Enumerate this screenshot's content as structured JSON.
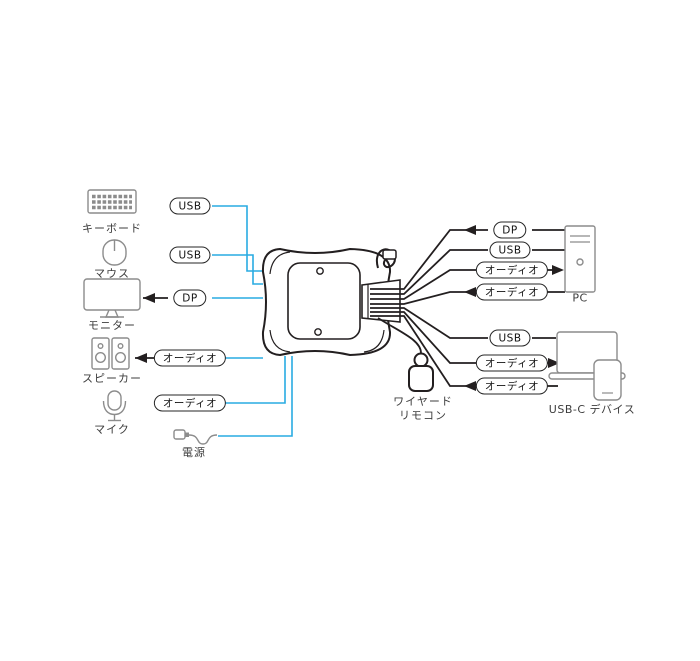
{
  "diagram": {
    "colors": {
      "cable_blue": "#29abe2",
      "line_black": "#231f20",
      "icon_gray": "#8c8c8c"
    },
    "left": {
      "keyboard": {
        "label": "キーボード",
        "port": "USB"
      },
      "mouse": {
        "label": "マウス",
        "port": "USB"
      },
      "monitor": {
        "label": "モニター",
        "port": "DP"
      },
      "speaker": {
        "label": "スピーカー",
        "port": "オーディオ"
      },
      "mic": {
        "label": "マイク",
        "port": "オーディオ"
      },
      "power": {
        "label": "電源"
      }
    },
    "pc": {
      "label": "PC",
      "port_dp": "DP",
      "port_usb": "USB",
      "port_audio_out": "オーディオ",
      "port_audio_in": "オーディオ"
    },
    "usbc": {
      "label": "USB-C デバイス",
      "port_usb": "USB",
      "port_audio_out": "オーディオ",
      "port_audio_in": "オーディオ"
    },
    "remote": {
      "label_line1": "ワイヤード",
      "label_line2": "リモコン"
    }
  }
}
